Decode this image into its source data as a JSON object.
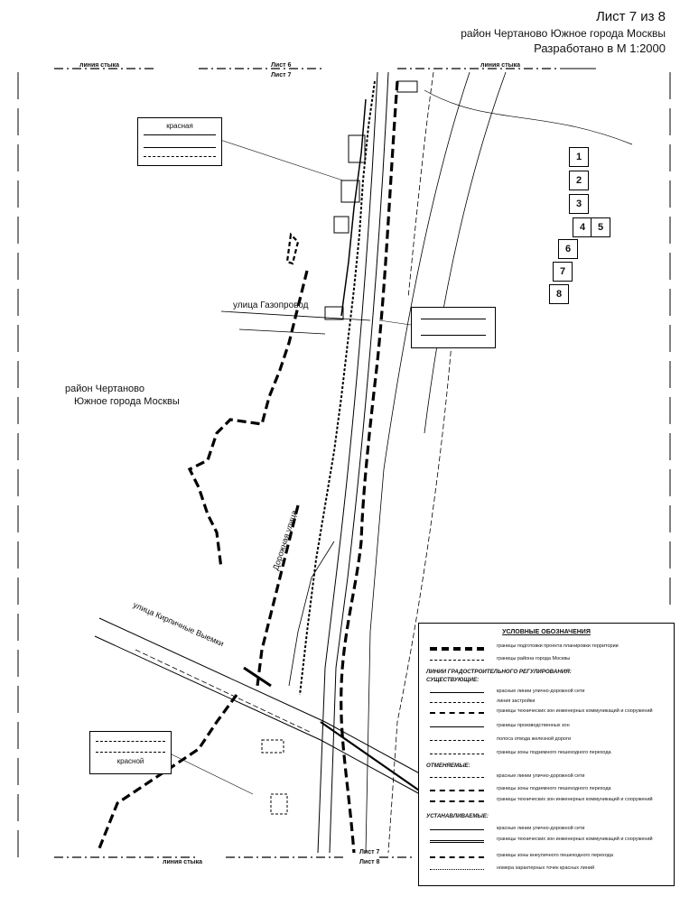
{
  "header": {
    "sheet": "Лист 7 из 8",
    "district": "район Чертаново Южное города Москвы",
    "scale": "Разработано в М 1:2000"
  },
  "sheet_marks": {
    "top_left_seam": "линия стыка",
    "top_right_seam": "линия стыка",
    "top_sheet_a": "Лист 6",
    "top_sheet_b": "Лист 7",
    "bottom_seam": "линия стыка",
    "bottom_sheet_a": "Лист 7",
    "bottom_sheet_b": "Лист 8"
  },
  "places": {
    "district_line1": "район Чертаново",
    "district_line2": "Южное города Москвы",
    "street_gazoprovod": "улица Газопровод",
    "street_dorozhnaya": "Дорожная улица",
    "street_kirpichnye": "улица Кирпичные Выемки"
  },
  "callouts": {
    "top_callout_word": "красная",
    "bottom_callout_word": "красной"
  },
  "index_grid": [
    "1",
    "2",
    "3",
    "4",
    "5",
    "6",
    "7",
    "8"
  ],
  "legend": {
    "heading": "УСЛОВНЫЕ ОБОЗНАЧЕНИЯ",
    "items_top": [
      "границы подготовки проекта планировки территории",
      "границы района города Москвы"
    ],
    "section_lines": "ЛИНИИ ГРАДОСТРОИТЕЛЬНОГО РЕГУЛИРОВАНИЯ:",
    "section_existing": "СУЩЕСТВУЮЩИЕ:",
    "items_existing": [
      "красные линии улично-дорожной сети",
      "линия застройки",
      "границы технических зон инженерных коммуникаций и сооружений",
      "границы производственных зон",
      "полоса отвода железной дороги",
      "границы зоны подземного пешеходного перехода"
    ],
    "section_cancelled": "ОТМЕНЯЕМЫЕ:",
    "items_cancelled": [
      "красные линии улично-дорожной сети",
      "границы зоны подземного пешеходного перехода",
      "границы технических зон инженерных коммуникаций и сооружений"
    ],
    "section_established": "УСТАНАВЛИВАЕМЫЕ:",
    "items_established": [
      "красные линии улично-дорожной сети",
      "границы технических зон инженерных коммуникаций и сооружений",
      "границы зоны внеуличного пешеходного перехода",
      "номера характерных точек красных линий"
    ]
  }
}
